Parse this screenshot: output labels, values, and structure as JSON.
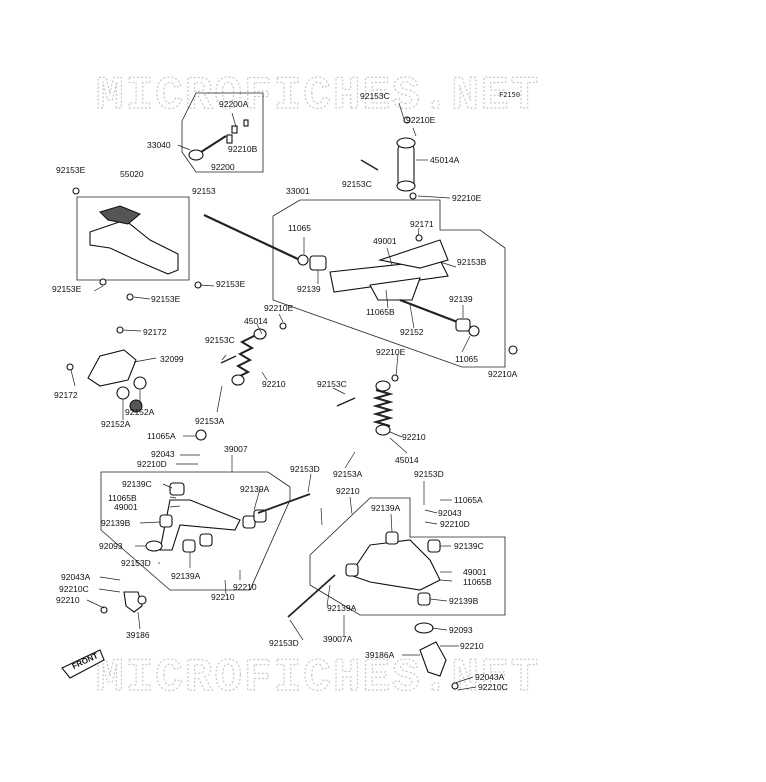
{
  "diagram": {
    "code": "F2150",
    "watermark": "MICROFICHES.NET",
    "front_label": "FRONT",
    "labels": {
      "p92200A": "92200A",
      "p33040": "33040",
      "p92210B": "92210B",
      "p92200": "92200",
      "p92153C_top": "92153C",
      "p92210E_top": "92210E",
      "p45014A": "45014A",
      "p92153C_mid": "92153C",
      "p92210E_b": "92210E",
      "p92153E_tl": "92153E",
      "p55020": "55020",
      "p92153": "92153",
      "p33001": "33001",
      "p92171": "92171",
      "p11065": "11065",
      "p49001": "49001",
      "p92153B": "92153B",
      "p92153E_r": "92153E",
      "p92139_l": "92139",
      "p92139_r": "92139",
      "p92153E_l": "92153E",
      "p92153E_b": "92153E",
      "p92210E_mid": "92210E",
      "p11065B": "11065B",
      "p92152": "92152",
      "p45014": "45014",
      "p92172_t": "92172",
      "p92153C_l": "92153C",
      "p92210E_c": "92210E",
      "p11065_r": "11065",
      "p32099": "32099",
      "p92210A": "92210A",
      "p92210_l": "92210",
      "p92172_b": "92172",
      "p92152A_1": "92152A",
      "p92153C_c": "92153C",
      "p92152A_2": "92152A",
      "p92153A_l": "92153A",
      "p11065A_l": "11065A",
      "p92210_c": "92210",
      "p39007": "39007",
      "p92043": "92043",
      "p92210D": "92210D",
      "p45014_b": "45014",
      "p92153D_c": "92153D",
      "p92153A_c": "92153A",
      "p92153D_r": "92153D",
      "p92139C_l": "92139C",
      "p92210_m": "92210",
      "p11065A_r": "11065A",
      "p11065B_l": "11065B",
      "p92139A_l": "92139A",
      "p49001_l": "49001",
      "p92139A_m": "92139A",
      "p92043_r": "92043",
      "p92139B_l": "92139B",
      "p92210D_r": "92210D",
      "p92093_l": "92093",
      "p92153D_l": "92153D",
      "p92139C_r": "92139C",
      "p92043A_l": "92043A",
      "p92139A_b": "92139A",
      "p92210C_l": "92210C",
      "p92210_b1": "92210",
      "p49001_r": "49001",
      "p92210_l2": "92210",
      "p92210_b2": "92210",
      "p11065B_r": "11065B",
      "p92139B_r": "92139B",
      "p39186": "39186",
      "p92139A_r": "92139A",
      "p92093_r": "92093",
      "p92153D_b": "92153D",
      "p39007A": "39007A",
      "p92210_r": "92210",
      "p39186A": "39186A",
      "p92043A_r": "92043A",
      "p92210C_r": "92210C"
    }
  }
}
